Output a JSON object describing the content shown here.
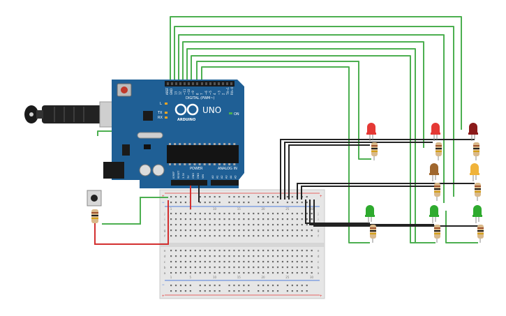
{
  "board": {
    "brand_uno": "UNO",
    "brand_arduino": "ARDUINO",
    "digital_label": "DIGITAL (PWM~)",
    "power_label": "POWER",
    "analog_label": "ANALOG IN",
    "on_label": "ON",
    "tx_label": "TX",
    "rx_label": "RX",
    "l_label": "L",
    "digital_pins": [
      "AREF",
      "GND",
      "13",
      "12",
      "~11",
      "~10",
      "~9",
      "8",
      "7",
      "~6",
      "~5",
      "4",
      "~3",
      "2",
      "TX→1",
      "RX←0"
    ],
    "power_pins": [
      "IOREF",
      "RESET",
      "3.3V",
      "5V",
      "GND",
      "GND",
      "VIN"
    ],
    "analog_pins": [
      "A0",
      "A1",
      "A2",
      "A3",
      "A4",
      "A5"
    ]
  },
  "breadboard": {
    "columns_top": [
      "1",
      "5",
      "10",
      "15",
      "20",
      "25",
      "30"
    ],
    "row_letters_top": [
      "j",
      "i",
      "h",
      "g",
      "f"
    ],
    "row_letters_bottom": [
      "e",
      "d",
      "c",
      "b",
      "a"
    ],
    "rail_plus": "+",
    "rail_minus": "−"
  },
  "colors": {
    "wire_green": "#4caf50",
    "wire_black": "#222222",
    "wire_red": "#d32f2f",
    "board_blue": "#1f5f95",
    "led_red": "#e53935",
    "led_darkred": "#8b1a1a",
    "led_yellow": "#f0b33a",
    "led_brown": "#a0672e",
    "led_green": "#2eaa2e"
  },
  "leds": [
    {
      "color": "led_red"
    },
    {
      "color": "led_red"
    },
    {
      "color": "led_darkred"
    },
    {
      "color": "led_brown"
    },
    {
      "color": "led_yellow"
    },
    {
      "color": "led_green"
    },
    {
      "color": "led_green"
    },
    {
      "color": "led_green"
    }
  ]
}
